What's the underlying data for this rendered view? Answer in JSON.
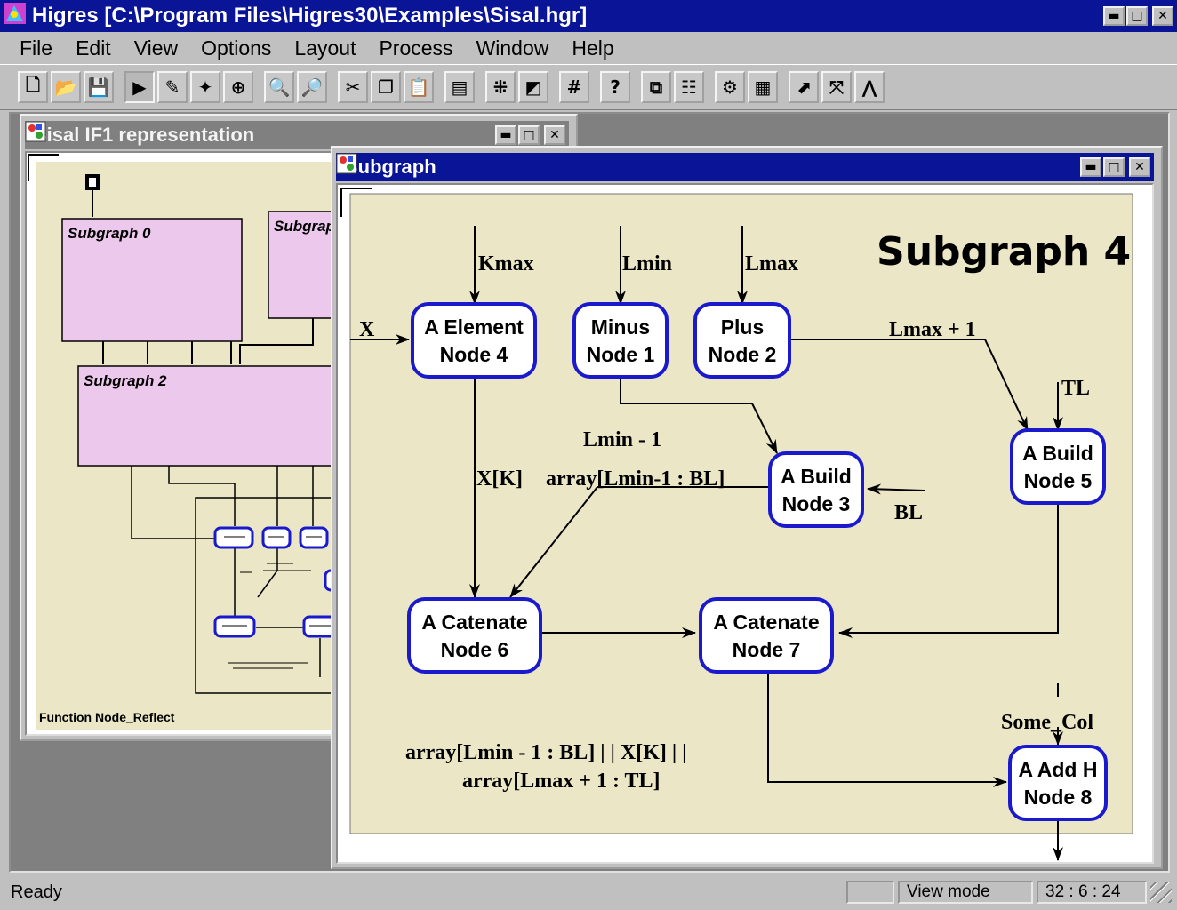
{
  "app": {
    "title": "Higres [C:\\Program Files\\Higres30\\Examples\\Sisal.hgr]",
    "window_buttons": {
      "minimize": "▬",
      "maximize": "□",
      "close": "✕"
    }
  },
  "menu": [
    "File",
    "Edit",
    "View",
    "Options",
    "Layout",
    "Process",
    "Window",
    "Help"
  ],
  "toolbar": {
    "groups": [
      [
        {
          "name": "new-file-icon",
          "glyph": "🗋"
        },
        {
          "name": "open-folder-icon",
          "glyph": "📂"
        },
        {
          "name": "save-icon",
          "glyph": "💾"
        }
      ],
      [
        {
          "name": "select-arrow-icon",
          "glyph": "▶",
          "pressed": true
        },
        {
          "name": "draw-edge-icon",
          "glyph": "✎"
        },
        {
          "name": "magic-wand-icon",
          "glyph": "✦"
        },
        {
          "name": "node-tool-icon",
          "glyph": "⊕"
        }
      ],
      [
        {
          "name": "zoom-in-icon",
          "glyph": "🔍"
        },
        {
          "name": "zoom-out-icon",
          "glyph": "🔎"
        }
      ],
      [
        {
          "name": "cut-icon",
          "glyph": "✂"
        },
        {
          "name": "copy-icon",
          "glyph": "❐"
        },
        {
          "name": "paste-icon",
          "glyph": "📋"
        }
      ],
      [
        {
          "name": "clipboard-image-icon",
          "glyph": "▤"
        }
      ],
      [
        {
          "name": "align-nodes-icon",
          "glyph": "⁜"
        },
        {
          "name": "layout-icon",
          "glyph": "◩"
        }
      ],
      [
        {
          "name": "grid-icon",
          "glyph": "#"
        }
      ],
      [
        {
          "name": "help-context-icon",
          "glyph": "?"
        }
      ],
      [
        {
          "name": "object-list-icon",
          "glyph": "⧉"
        },
        {
          "name": "properties-icon",
          "glyph": "☷"
        }
      ],
      [
        {
          "name": "tree-icon",
          "glyph": "⚙"
        },
        {
          "name": "table-icon",
          "glyph": "▦"
        }
      ],
      [
        {
          "name": "run-icon",
          "glyph": "⬈"
        },
        {
          "name": "scale-icon",
          "glyph": "⤧"
        },
        {
          "name": "graph-icon",
          "glyph": "⋀"
        }
      ]
    ]
  },
  "window1": {
    "title": "Sisal IF1 representation",
    "subgraph0": "Subgraph 0",
    "subgraph1": "Subgrap",
    "subgraph2": "Subgraph 2",
    "footer": "Function Node_Reflect"
  },
  "window2": {
    "title": "Subgraph",
    "heading": "Subgraph 4",
    "nodes": {
      "n4": [
        "A Element",
        "Node 4"
      ],
      "n1": [
        "Minus",
        "Node 1"
      ],
      "n2": [
        "Plus",
        "Node 2"
      ],
      "n3": [
        "A Build",
        "Node 3"
      ],
      "n5": [
        "A Build",
        "Node 5"
      ],
      "n6": [
        "A Catenate",
        "Node 6"
      ],
      "n7": [
        "A Catenate",
        "Node 7"
      ],
      "n8": [
        "A Add H",
        "Node 8"
      ]
    },
    "labels": {
      "kmax": "Kmax",
      "lmin": "Lmin",
      "lmax": "Lmax",
      "x": "X",
      "lmax_plus_1": "Lmax + 1",
      "tl": "TL",
      "lmin_minus_1": "Lmin - 1",
      "xk": "X[K]",
      "array_lmin_bl": "array[Lmin-1 : BL]",
      "bl": "BL",
      "some_col": "Some_Col",
      "result_line1": "array[Lmin - 1 : BL] | | X[K] | |",
      "result_line2": "array[Lmax + 1 : TL]"
    }
  },
  "status": {
    "ready": "Ready",
    "mode": "View mode",
    "coords": "32 : 6 : 24"
  },
  "colors": {
    "titlebar_active": "#0a1496",
    "canvas_bg": "#ebe6c6",
    "node_border": "#1a1acc",
    "node_fill": "#ffffff",
    "subgraph_fill": "#ecc8ec"
  }
}
